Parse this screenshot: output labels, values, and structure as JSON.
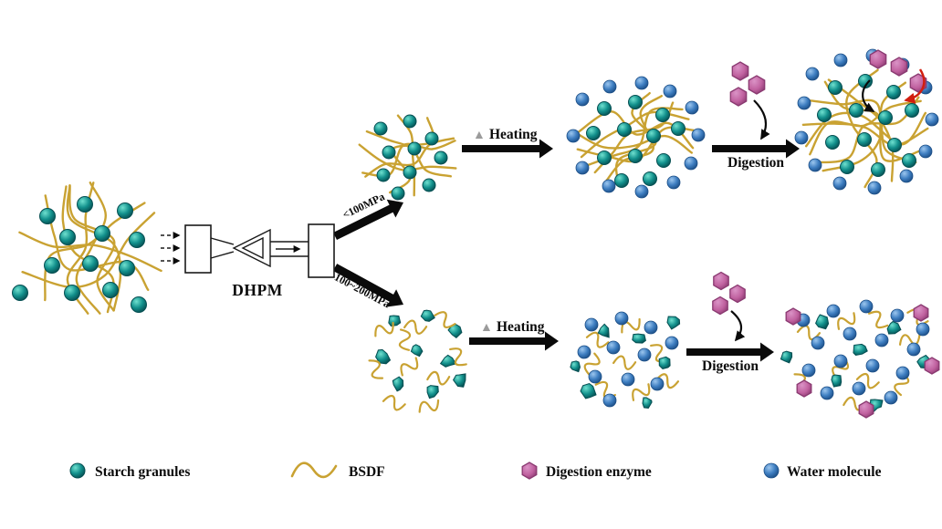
{
  "device": {
    "label": "DHPM"
  },
  "branches": {
    "upper_pressure": "<100MPa",
    "lower_pressure": "100~200MPa"
  },
  "steps": {
    "heating": "Heating",
    "digestion": "Digestion"
  },
  "icons": {
    "heating_triangle": "▲"
  },
  "legend": {
    "items": [
      {
        "icon": "starch-granule",
        "label": "Starch granules"
      },
      {
        "icon": "bsdf-strand",
        "label": "BSDF"
      },
      {
        "icon": "digestion-enzyme",
        "label": "Digestion enzyme"
      },
      {
        "icon": "water-molecule",
        "label": "Water molecule"
      }
    ]
  },
  "colors": {
    "starch": "#12908C",
    "starch_light": "#6FE0CF",
    "starch_dark": "#064F52",
    "bsdf": "#C9A232",
    "enzyme": "#C0619F",
    "enzyme_light": "#DA93C6",
    "enzyme_dark": "#8A3A71",
    "water": "#3E7EC1",
    "water_light": "#9CC6EE",
    "water_dark": "#1C4E86",
    "arrow": "#0A0A0A",
    "heat_triangle": "#9B9B9B",
    "block_arrow_red": "#D21E0F"
  }
}
